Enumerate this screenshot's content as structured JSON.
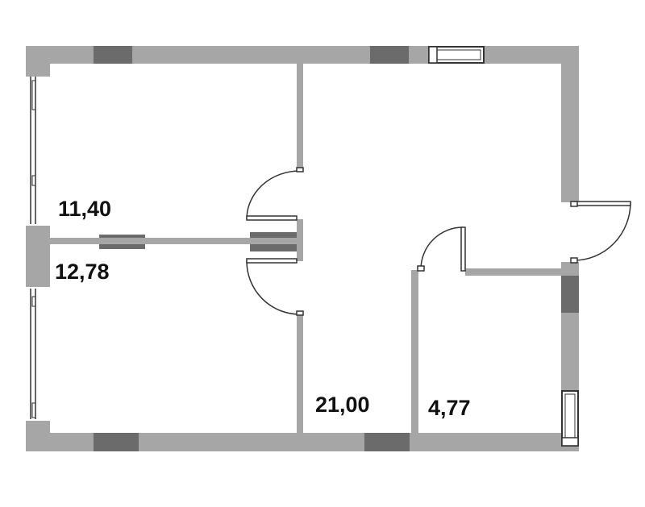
{
  "rooms": [
    {
      "id": "bedroom-top-left",
      "area": "11,40"
    },
    {
      "id": "bedroom-bottom-left",
      "area": "12,78"
    },
    {
      "id": "living-room",
      "area": "21,00"
    },
    {
      "id": "bathroom",
      "area": "4,77"
    }
  ],
  "colors": {
    "wall": "#a6a6a6",
    "wall_dark": "#6b6b6b",
    "outline": "#333333",
    "text": "#111111",
    "background": "#ffffff"
  }
}
